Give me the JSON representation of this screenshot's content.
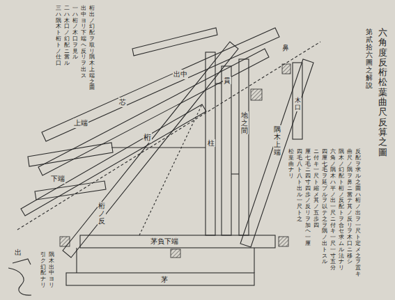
{
  "diagram": {
    "title": "六角度反桁松葉曲尺反算之圖",
    "labels": [
      "第貳拾六圖之解說",
      "反配ヲ求ル之圖ハ桁ノ出ヲ一尺ト定メ之ヲ置キ",
      "曲尺ノ隅ヲ鼻ニ當テ其ノ反リヲ木口ニ移シ",
      "隅木ノ幻配ト桁ノ反配トヲ合セ求ムル法ナリ",
      "六角ノ隅木ハ平ノ出一尺ニ付キ一尺一寸五分",
      "四厘七毛ヲ延ブルヲ以テ之ヲ隅ノ出トスル",
      "ニ付キ一尺ト縮メ其ノ五歩四",
      "厘七毛ニ四寸四歩ノ反リヲ加ヘ一厘",
      "四毛八ト八ト出ル一尺ト之",
      "松葉曲ナリ",
      "桁出ノ幻配ヲ取リ隅木上端之圖",
      "出中ヨリ下端ヘ反リヲ出ス",
      "一ハ桁ノ木口ヲ見ル",
      "二ハ木口ノ幻配ニ當ル",
      "三ハ隅木ト桁トノ仕口",
      "隅木出中ヨリ",
      "引ク幻配ナリ",
      "鼻",
      "隅木上端",
      "桁",
      "下端",
      "芯",
      "出中",
      "茅負下端",
      "茅",
      "柱",
      "貫",
      "地之間",
      "木口",
      "桁ノ反",
      "上端",
      "出"
    ]
  }
}
